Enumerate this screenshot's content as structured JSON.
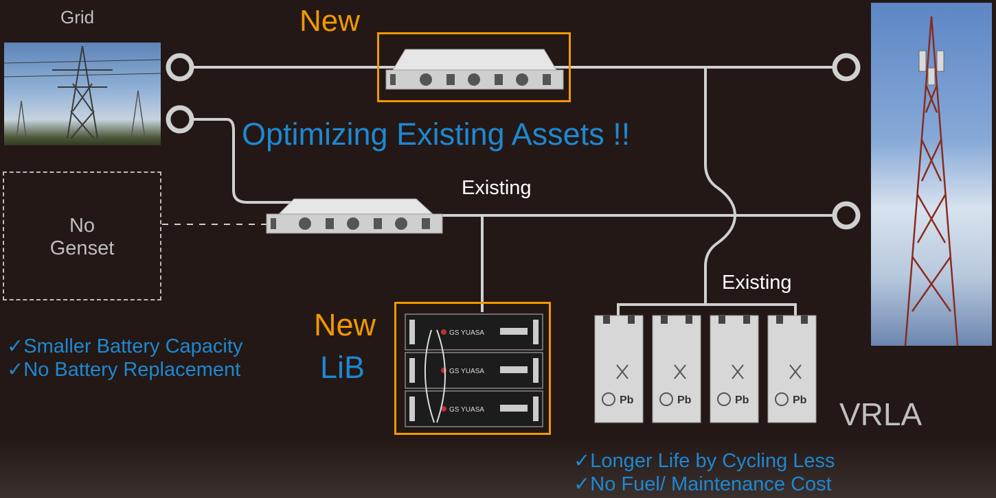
{
  "labels": {
    "grid": "Grid",
    "new_top": "New",
    "headline": "Optimizing Existing Assets !!",
    "existing_rectifier": "Existing",
    "existing_battery": "Existing",
    "genset": "No\nGenset",
    "new_lib_line1": "New",
    "new_lib_line2": "LiB",
    "vrla": "VRLA",
    "battery_brand": "GS YUASA",
    "pb": "Pb"
  },
  "benefits_left": [
    "✓Smaller Battery Capacity",
    "✓No Battery Replacement"
  ],
  "benefits_right": [
    "✓Longer Life by Cycling Less",
    "✓No Fuel/ Maintenance Cost"
  ],
  "colors": {
    "background": "#231815",
    "line": "#d0d0d0",
    "accent_orange": "#f39800",
    "accent_blue": "#1e88d2",
    "text_grey": "#bfbfbf"
  }
}
